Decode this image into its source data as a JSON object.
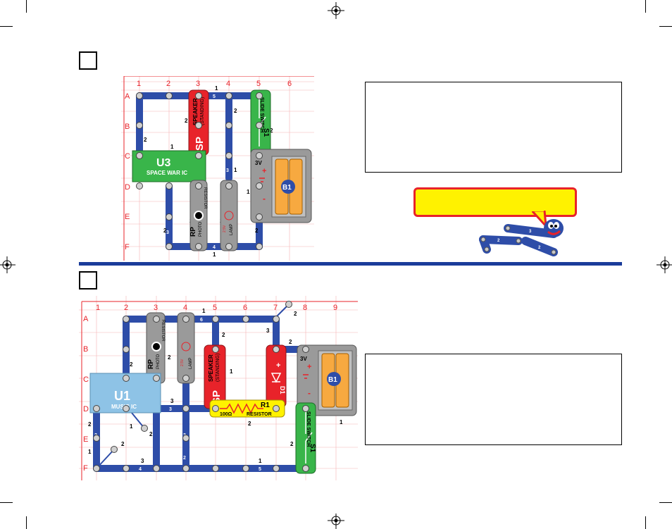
{
  "page": {
    "background": "#ffffff",
    "divider_color": "#1a3c9a"
  },
  "top_circuit": {
    "columns": [
      "1",
      "2",
      "3",
      "4",
      "5",
      "6"
    ],
    "rows": [
      "A",
      "B",
      "C",
      "D",
      "E",
      "F"
    ],
    "parts": {
      "speaker": {
        "code": "SP",
        "name": "SPEAKER",
        "sub": "(STANDING)",
        "color": "#e8232a"
      },
      "switch": {
        "code": "S1",
        "name": "SLIDE SWITCH",
        "color": "#39b54a"
      },
      "ic": {
        "code": "U3",
        "name": "SPACE WAR IC",
        "color": "#39b54a"
      },
      "battery": {
        "code": "B1",
        "volt": "3V",
        "plus": "+",
        "minus": "-"
      },
      "photo": {
        "code": "RP",
        "name": "PHOTO",
        "name2": "RESISTOR"
      },
      "lamp": {
        "name": "LAMP",
        "volt": "2.5V"
      }
    },
    "wire_labels": [
      "1",
      "5",
      "2",
      "3",
      "1",
      "2",
      "1",
      "3",
      "1",
      "2",
      "2",
      "4",
      "1",
      "2",
      "2"
    ]
  },
  "bottom_circuit": {
    "columns": [
      "1",
      "2",
      "3",
      "4",
      "5",
      "6",
      "7",
      "8",
      "9"
    ],
    "rows": [
      "A",
      "B",
      "C",
      "D",
      "E",
      "F"
    ],
    "parts": {
      "photo": {
        "code": "RP",
        "name": "PHOTO",
        "name2": "RESISTOR"
      },
      "lamp": {
        "name": "LAMP",
        "volt": "2.5V"
      },
      "speaker": {
        "code": "SP",
        "name": "SPEAKER",
        "sub": "(STANDING)"
      },
      "led": {
        "code": "D1",
        "plus": "+"
      },
      "battery": {
        "code": "B1",
        "volt": "3V",
        "plus": "+",
        "minus": "-"
      },
      "ic": {
        "code": "U1",
        "name": "MUSIC IC",
        "color": "#8ec3e6"
      },
      "resistor": {
        "code": "R1",
        "value": "100Ω",
        "name": "RESISTOR"
      },
      "switch": {
        "code": "S1",
        "name": "SLIDE SWITCH"
      }
    },
    "wire_labels": [
      "1",
      "6",
      "2",
      "3",
      "2",
      "2",
      "2",
      "1",
      "3",
      "3",
      "1",
      "2",
      "2",
      "1",
      "2",
      "3",
      "4",
      "1",
      "5",
      "2",
      "1",
      "2",
      "2"
    ]
  },
  "colors": {
    "snap_blue": "#2e4da8",
    "grid_red": "#e8232a",
    "gray_part": "#9a9a9a",
    "battery_orange": "#f7a940"
  }
}
